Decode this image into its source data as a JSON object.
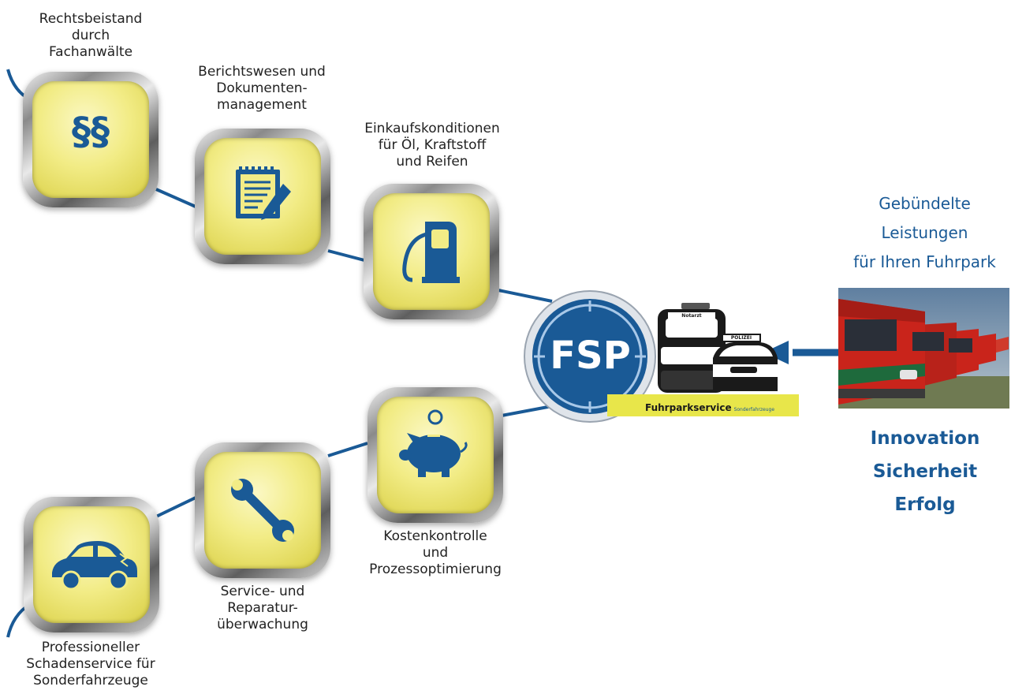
{
  "services": [
    {
      "id": "legal",
      "label_lines": [
        "Rechtsbeistand",
        "durch",
        "Fachanwälte"
      ],
      "icon": "paragraph-icon",
      "symbol": "§§"
    },
    {
      "id": "reporting",
      "label_lines": [
        "Berichtswesen und",
        "Dokumenten-",
        "management"
      ],
      "icon": "notepad-pencil-icon"
    },
    {
      "id": "purchasing",
      "label_lines": [
        "Einkaufskonditionen",
        "für Öl, Kraftstoff",
        "und Reifen"
      ],
      "icon": "fuel-pump-icon"
    },
    {
      "id": "cost",
      "label_lines": [
        "Kostenkontrolle",
        "und",
        "Prozessoptimierung"
      ],
      "icon": "piggy-bank-icon"
    },
    {
      "id": "service",
      "label_lines": [
        "Service- und",
        "Reparatur-",
        "überwachung"
      ],
      "icon": "wrench-icon"
    },
    {
      "id": "damage",
      "label_lines": [
        "Professioneller",
        "Schadenservice für",
        "Sonderfahrzeuge"
      ],
      "icon": "car-icon"
    }
  ],
  "logo": {
    "monogram": "FSP",
    "brand": "Fuhrparkservice",
    "brand_suffix": "Sonderfahrzeuge",
    "vehicle_signs": [
      "Notarzt",
      "POLIZEI"
    ]
  },
  "tagline_lines": [
    "Gebündelte",
    "Leistungen",
    "für Ihren Fuhrpark"
  ],
  "motto_lines": [
    "Innovation",
    "Sicherheit",
    "Erfolg"
  ],
  "colors": {
    "accent_blue": "#1a5a96",
    "tile_yellow": "#f2ec86",
    "logo_bar_yellow": "#e8e64a",
    "fleet_red": "#c9241b"
  }
}
